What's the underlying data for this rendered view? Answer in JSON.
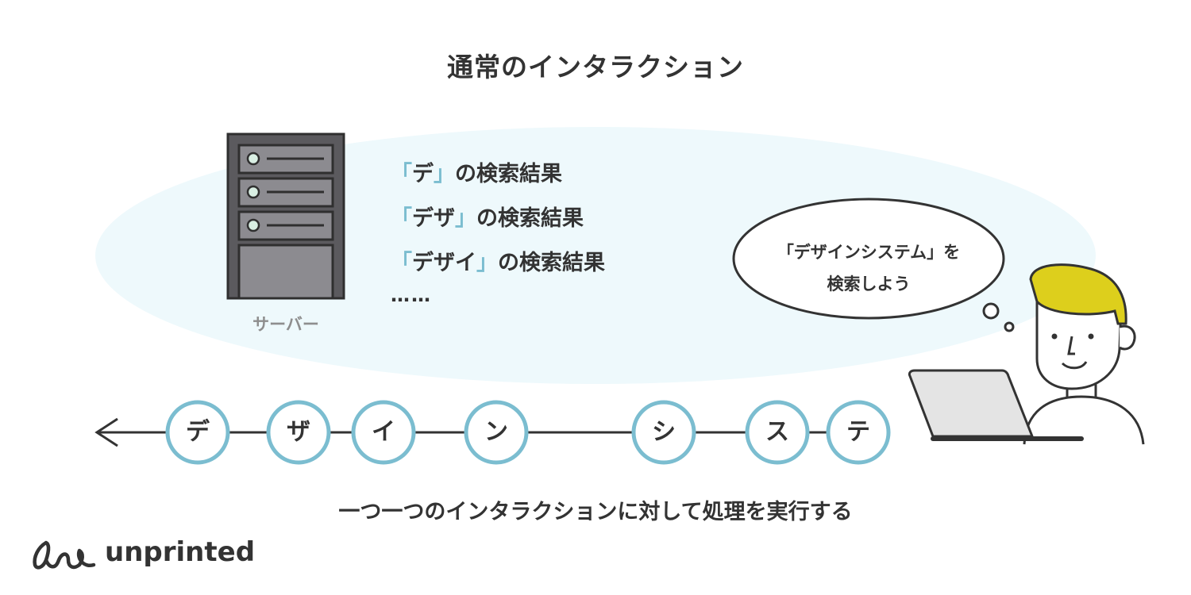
{
  "title": "通常のインタラクション",
  "server": {
    "label": "サーバー",
    "icon": "server-icon"
  },
  "results": [
    {
      "open": "「",
      "query": "デ",
      "close": "」",
      "suffix": "の検索結果"
    },
    {
      "open": "「",
      "query": "デザ",
      "close": "」",
      "suffix": "の検索結果"
    },
    {
      "open": "「",
      "query": "デザイ",
      "close": "」",
      "suffix": "の検索結果"
    }
  ],
  "results_more": "……",
  "thought": {
    "line1": "「デザインシステム」を",
    "line2": "検索しよう"
  },
  "input_chars": [
    "デ",
    "ザ",
    "イ",
    "ン",
    "シ",
    "ス",
    "テ"
  ],
  "caption": "一つ一つのインタラクションに対して処理を実行する",
  "logo": {
    "text": "unprinted",
    "icon": "unprinted-logo-icon"
  },
  "colors": {
    "accent": "#7bbdd0",
    "cloud": "#eef9fc",
    "server_body": "#5b5a5e",
    "hair": "#ddcf1c",
    "laptop": "#e4e4e4",
    "text": "#333333"
  }
}
